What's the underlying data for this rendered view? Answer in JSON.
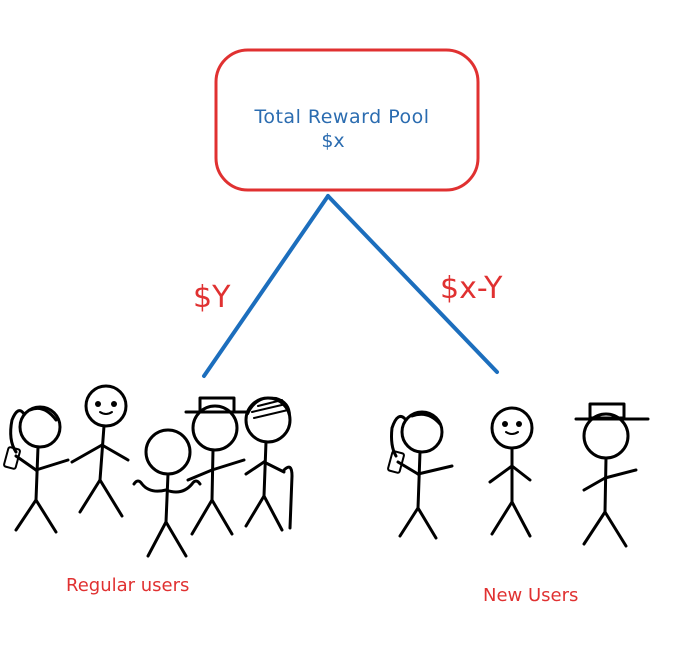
{
  "pool": {
    "title": "Total Reward Pool",
    "amount": "$x"
  },
  "edges": {
    "left_label": "$Y",
    "right_label": "$x-Y"
  },
  "groups": {
    "left_label": "Regular users",
    "right_label": "New Users"
  },
  "colors": {
    "box_border": "#e03131",
    "box_text": "#2b6cb0",
    "connector": "#1c6ebd",
    "label_red": "#e03131"
  }
}
